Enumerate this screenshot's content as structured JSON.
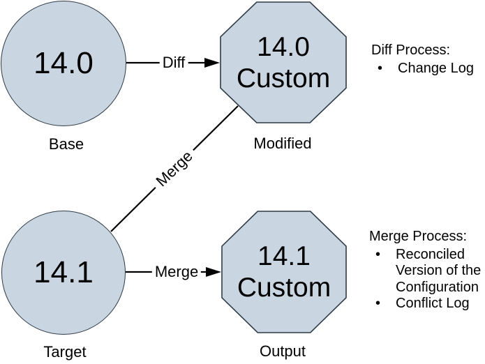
{
  "bullet_char": "•",
  "diagram": {
    "nodes": {
      "base": {
        "value": "14.0",
        "caption": "Base"
      },
      "modified": {
        "value_line1": "14.0",
        "value_line2": "Custom",
        "caption": "Modified"
      },
      "target": {
        "value": "14.1",
        "caption": "Target"
      },
      "output": {
        "value_line1": "14.1",
        "value_line2": "Custom",
        "caption": "Output"
      }
    },
    "edges": {
      "diff": {
        "label": "Diff"
      },
      "merge_diagonal": {
        "label": "Merge"
      },
      "merge": {
        "label": "Merge"
      }
    },
    "notes": {
      "diff_process": {
        "title": "Diff Process:",
        "bullets": [
          "Change Log"
        ]
      },
      "merge_process": {
        "title": "Merge Process:",
        "bullets": [
          "Reconciled Version of the Configuration",
          "Conflict Log"
        ]
      }
    },
    "colors": {
      "shape_fill": "#cad5e2",
      "shape_stroke": "#2d3a46",
      "connector": "#000000",
      "text": "#000000"
    }
  }
}
